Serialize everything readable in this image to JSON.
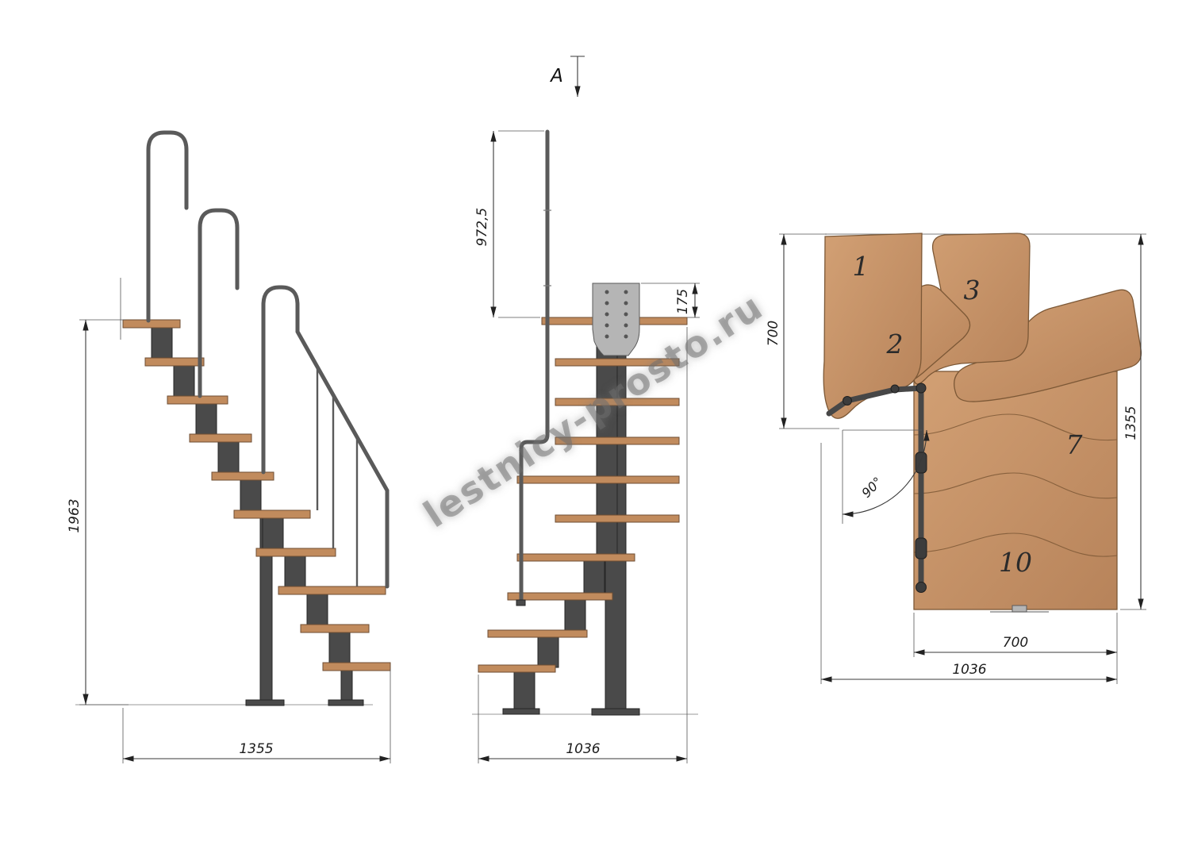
{
  "watermark": "lestnicy-prosto.ru",
  "section": {
    "label": "A"
  },
  "side_view": {
    "height_mm": "1963",
    "run_mm": "1355"
  },
  "front_view": {
    "rail_height_mm": "972,5",
    "bracket_mm": "175",
    "width_mm": "1036"
  },
  "plan_view": {
    "tread_numbers": {
      "t1": "1",
      "t2": "2",
      "t3": "3",
      "t7": "7",
      "t10": "10"
    },
    "turn_depth_mm": "700",
    "turn_angle": "90°",
    "total_depth_mm": "1355",
    "flight_width_mm": "700",
    "overall_width_mm": "1036"
  },
  "colors": {
    "wood": "#c18b5d",
    "wood_dark": "#7c5836",
    "metal": "#4a4a4a",
    "metal_light": "#b5b5b5",
    "dimension_line": "#3a3a3a",
    "watermark_gray": "#6e6e6e"
  }
}
